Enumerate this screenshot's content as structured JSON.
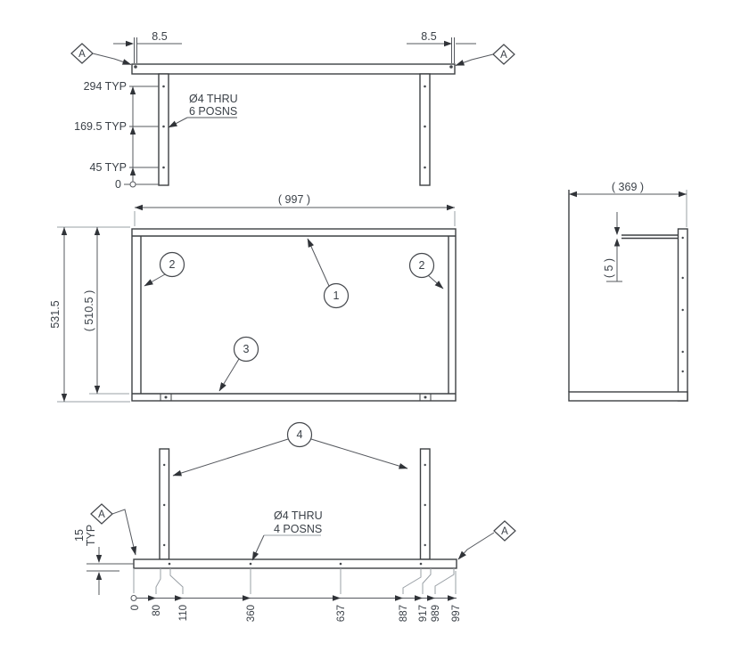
{
  "colors": {
    "background": "#ffffff",
    "part_line": "#3d4043",
    "dimension_line": "#55585e",
    "secondary_line": "#9aa0a6",
    "text": "#3b4148"
  },
  "top_view": {
    "datum_left": "A",
    "datum_right": "A",
    "dim_offset_left": "8.5",
    "dim_offset_right": "8.5",
    "ordinates": [
      "294 TYP",
      "169.5 TYP",
      "45 TYP",
      "0"
    ],
    "hole_note": [
      "Ø4 THRU",
      "6 POSNS"
    ]
  },
  "front_view": {
    "dim_width": "( 997 )",
    "dim_height_outer": "531.5",
    "dim_height_inner": "( 510.5 )",
    "balloon_top_panel": "1",
    "balloon_side_left": "2",
    "balloon_side_right": "2",
    "balloon_bottom_panel": "3"
  },
  "side_view": {
    "dim_depth": "( 369 )",
    "dim_panel_thickness": "( 5 )"
  },
  "bottom_view": {
    "balloon_legs": "4",
    "datum_left": "A",
    "datum_right": "A",
    "dim_edge": [
      "15",
      "TYP"
    ],
    "hole_note": [
      "Ø4 THRU",
      "4 POSNS"
    ],
    "ordinates": [
      "0",
      "80",
      "110",
      "360",
      "637",
      "887",
      "917",
      "989",
      "997"
    ]
  }
}
